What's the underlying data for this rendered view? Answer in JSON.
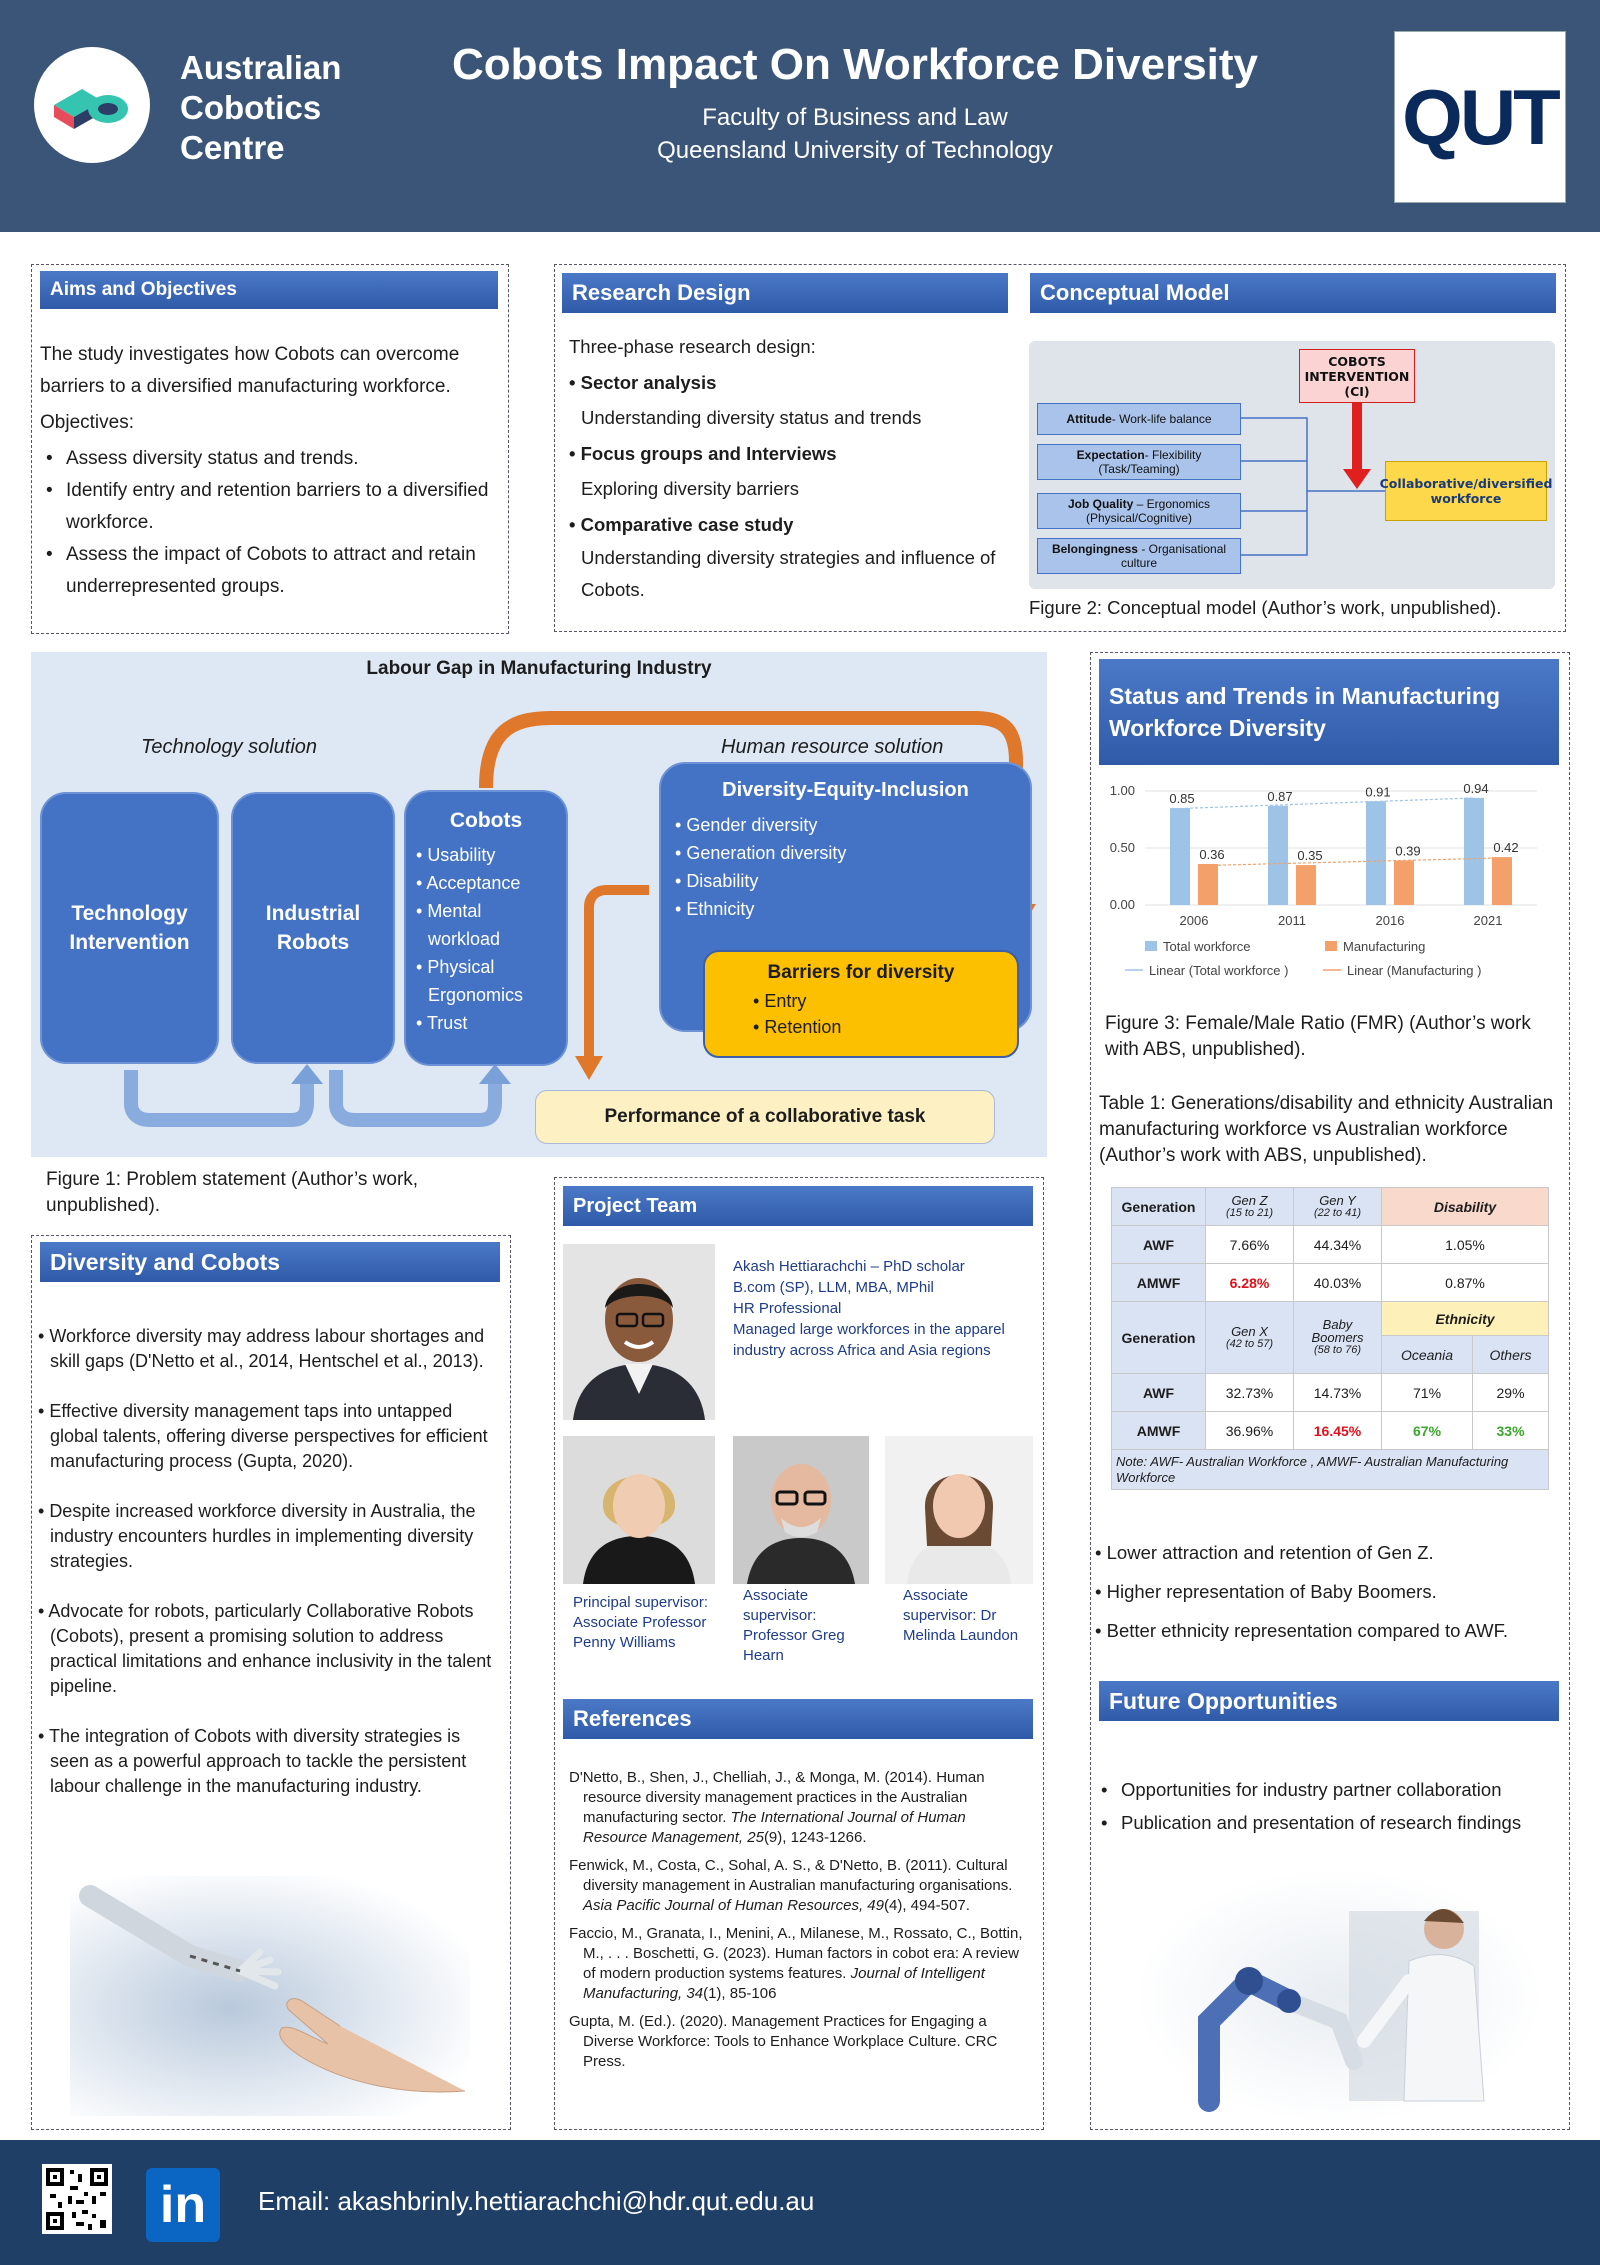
{
  "header": {
    "org_line1": "Australian",
    "org_line2": "Cobotics",
    "org_line3": "Centre",
    "title": "Cobots Impact On Workforce Diversity",
    "subtitle1": "Faculty of Business and Law",
    "subtitle2": "Queensland University of Technology",
    "university_logo_text": "QUT"
  },
  "aims": {
    "heading": "Aims and Objectives",
    "intro": "The study investigates how Cobots can overcome barriers to a diversified manufacturing workforce.",
    "objectives_label": "Objectives:",
    "items": [
      "Assess diversity status and trends.",
      "Identify entry and retention barriers to a diversified workforce.",
      "Assess the impact of Cobots to attract and retain underrepresented groups."
    ]
  },
  "research_design": {
    "heading": "Research Design",
    "intro": "Three-phase research design:",
    "phases": [
      {
        "title": "Sector analysis",
        "desc": "Understanding diversity status and trends"
      },
      {
        "title": "Focus groups and Interviews",
        "desc": "Exploring diversity barriers"
      },
      {
        "title": "Comparative case study",
        "desc": "Understanding diversity strategies and influence of Cobots."
      }
    ]
  },
  "conceptual_model": {
    "heading": "Conceptual Model",
    "intervention": "COBOTS INTERVENTION (CI)",
    "factors": [
      {
        "bold": "Attitude",
        "rest": "- Work-life balance"
      },
      {
        "bold": "Expectation",
        "rest": "- Flexibility (Task/Teaming)"
      },
      {
        "bold": "Job Quality",
        "rest": " – Ergonomics (Physical/Cognitive)"
      },
      {
        "bold": "Belongingness",
        "rest": " - Organisational culture"
      }
    ],
    "outcome": "Collaborative/diversified workforce",
    "caption": "Figure 2: Conceptual model (Author’s work, unpublished)."
  },
  "problem": {
    "title": "Labour Gap in Manufacturing Industry",
    "tech_label": "Technology solution",
    "hr_label": "Human resource solution",
    "tech_box": "Technology Intervention",
    "robots_box": "Industrial Robots",
    "cobots_title": "Cobots",
    "cobots_items": [
      "Usability",
      "Acceptance",
      "Mental workload",
      "Physical Ergonomics",
      "Trust"
    ],
    "dei_title": "Diversity-Equity-Inclusion",
    "dei_items": [
      "Gender diversity",
      "Generation diversity",
      "Disability",
      "Ethnicity"
    ],
    "barriers_title": "Barriers for diversity",
    "barriers_items": [
      "Entry",
      "Retention"
    ],
    "performance": "Performance of a collaborative task",
    "caption": "Figure 1: Problem statement (Author’s work, unpublished)."
  },
  "status": {
    "heading": "Status and Trends in Manufacturing Workforce Diversity",
    "caption": "Figure 3: Female/Male Ratio (FMR) (Author’s work with ABS, unpublished).",
    "table_caption": "Table 1: Generations/disability and ethnicity Australian manufacturing workforce vs Australian workforce (Author’s work with ABS, unpublished).",
    "table": {
      "h_generation": "Generation",
      "h_genz": "Gen Z",
      "h_genz_range": "(15 to 21)",
      "h_geny": "Gen Y",
      "h_geny_range": "(22 to 41)",
      "h_disability": "Disability",
      "awf": "AWF",
      "amwf": "AMWF",
      "awf_genz": "7.66%",
      "awf_geny": "44.34%",
      "awf_dis": "1.05%",
      "amwf_genz": "6.28%",
      "amwf_geny": "40.03%",
      "amwf_dis": "0.87%",
      "h_genx": "Gen X",
      "h_genx_range": "(42 to 57)",
      "h_boomers": "Baby Boomers",
      "h_boomers_range": "(58 to 76)",
      "h_ethnicity": "Ethnicity",
      "h_oceania": "Oceania",
      "h_others": "Others",
      "awf_genx": "32.73%",
      "awf_boomers": "14.73%",
      "awf_oceania": "71%",
      "awf_others": "29%",
      "amwf_genx": "36.96%",
      "amwf_boomers": "16.45%",
      "amwf_oceania": "67%",
      "amwf_others": "33%",
      "note": "Note: AWF- Australian Workforce , AMWF- Australian Manufacturing Workforce"
    },
    "findings": [
      "Lower attraction and retention of Gen Z.",
      "Higher representation of Baby Boomers.",
      "Better ethnicity representation compared to AWF."
    ]
  },
  "chart_data": {
    "type": "bar",
    "categories": [
      "2006",
      "2011",
      "2016",
      "2021"
    ],
    "series": [
      {
        "name": "Total workforce",
        "values": [
          0.85,
          0.87,
          0.91,
          0.94
        ],
        "color": "#9dc3e6"
      },
      {
        "name": "Manufacturing",
        "values": [
          0.36,
          0.35,
          0.39,
          0.42
        ],
        "color": "#f4a06b"
      }
    ],
    "trendlines": [
      "Linear (Total workforce )",
      "Linear (Manufacturing )"
    ],
    "yticks": [
      "1.00",
      "0.50",
      "0.00"
    ],
    "ylim": [
      0,
      1.0
    ],
    "legend_position": "bottom"
  },
  "diversity": {
    "heading": "Diversity and Cobots",
    "items": [
      "Workforce diversity may address labour shortages and skill gaps (D'Netto et al., 2014, Hentschel et al., 2013).",
      "Effective diversity management taps into untapped global talents, offering diverse perspectives for efficient manufacturing process (Gupta, 2020).",
      "Despite increased workforce diversity in Australia, the industry encounters hurdles in implementing diversity strategies.",
      "Advocate for robots, particularly Collaborative Robots (Cobots), present a promising solution to address practical limitations and enhance inclusivity in the talent pipeline.",
      "The integration of Cobots with diversity strategies is seen as a powerful approach to tackle the persistent labour challenge in the manufacturing industry."
    ]
  },
  "team": {
    "heading": "Project Team",
    "lead_lines": [
      "Akash Hettiarachchi – PhD scholar",
      "B.com (SP), LLM, MBA, MPhil",
      "HR Professional",
      "Managed large workforces in the apparel industry across Africa and Asia regions"
    ],
    "supervisors": [
      "Principal supervisor: Associate Professor Penny Williams",
      "Associate supervisor: Professor Greg Hearn",
      "Associate supervisor: Dr Melinda Laundon"
    ]
  },
  "references": {
    "heading": "References",
    "items": [
      {
        "pre": "D'Netto, B., Shen, J., Chelliah, J., & Monga, M. (2014). Human resource diversity management practices in the Australian manufacturing sector. ",
        "ital": "The International Journal of Human Resource Management, 25",
        "post": "(9), 1243-1266."
      },
      {
        "pre": "Fenwick, M., Costa, C., Sohal, A. S., & D'Netto, B. (2011). Cultural diversity management in Australian manufacturing organisations. ",
        "ital": "Asia Pacific Journal of Human Resources, 49",
        "post": "(4), 494-507."
      },
      {
        "pre": "Faccio, M., Granata, I., Menini, A., Milanese, M., Rossato, C., Bottin, M., . . . Boschetti, G. (2023). Human factors in cobot era: A review of modern production systems features. ",
        "ital": "Journal of Intelligent Manufacturing, 34",
        "post": "(1), 85-106"
      },
      {
        "pre": "Gupta, M. (Ed.). (2020). Management Practices for Engaging a Diverse Workforce: Tools to Enhance Workplace Culture. CRC Press.",
        "ital": "",
        "post": ""
      }
    ]
  },
  "future": {
    "heading": "Future Opportunities",
    "items": [
      "Opportunities for industry partner collaboration",
      "Publication and presentation of research findings"
    ]
  },
  "footer": {
    "linkedin": "in",
    "email": "Email: akashbrinly.hettiarachchi@hdr.qut.edu.au"
  }
}
